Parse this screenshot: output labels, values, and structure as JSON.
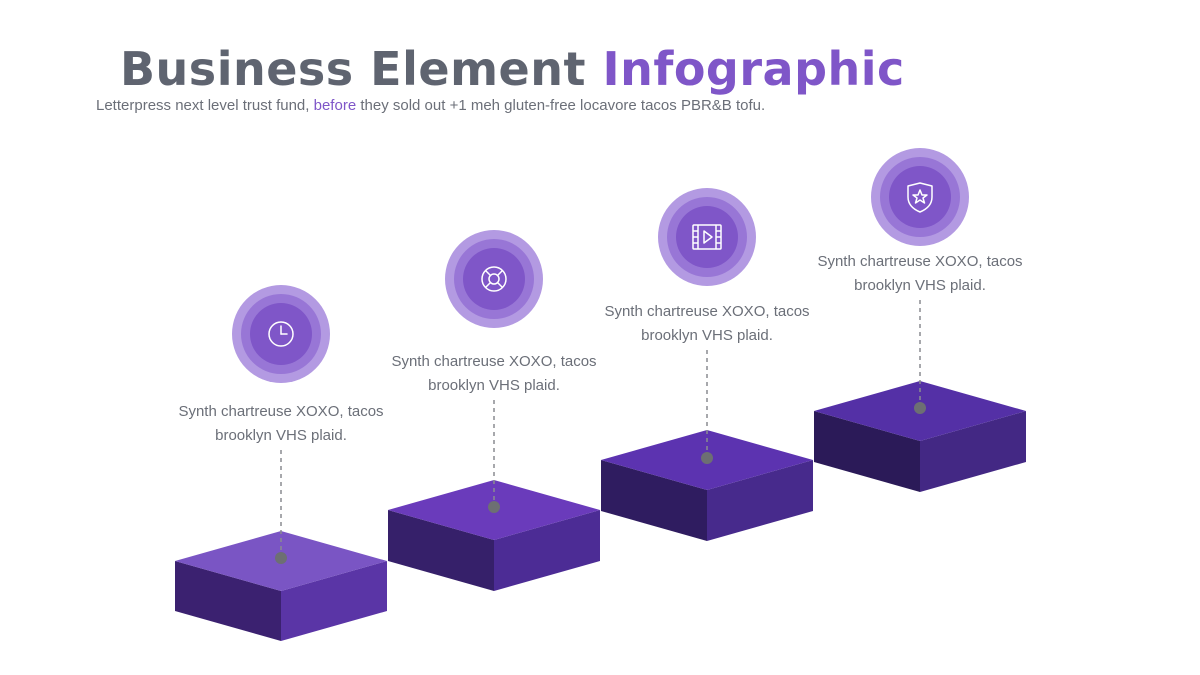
{
  "title": {
    "part1": "Business Element",
    "part2": "Infographic"
  },
  "subtitle": {
    "before": "Letterpress next level trust fund, ",
    "highlight": "before",
    "after": " they sold out +1 meh gluten-free locavore tacos PBR&B tofu."
  },
  "colors": {
    "ring_outer": "#b39ae2",
    "ring_mid": "#9876d6",
    "ring_inner": "#7f56c8",
    "dot": "#6d6f73",
    "dash": "#8a8c90"
  },
  "steps": [
    {
      "icon": "clock-icon",
      "line1": "Synth chartreuse XOXO, tacos",
      "line2": "brooklyn VHS plaid.",
      "block": {
        "top": "#7a55c4",
        "left": "#3b2170",
        "right": "#5a35a6"
      }
    },
    {
      "icon": "lifebuoy-icon",
      "line1": "Synth chartreuse XOXO, tacos",
      "line2": "brooklyn VHS plaid.",
      "block": {
        "top": "#6a3bbb",
        "left": "#36206a",
        "right": "#4c2c95"
      }
    },
    {
      "icon": "video-play-icon",
      "line1": "Synth chartreuse XOXO, tacos",
      "line2": "brooklyn VHS plaid.",
      "block": {
        "top": "#5c33b0",
        "left": "#2f1c60",
        "right": "#472a8c"
      }
    },
    {
      "icon": "shield-star-icon",
      "line1": "Synth chartreuse XOXO, tacos",
      "line2": "brooklyn VHS plaid.",
      "block": {
        "top": "#5430a6",
        "left": "#2b1a58",
        "right": "#432884"
      }
    }
  ]
}
